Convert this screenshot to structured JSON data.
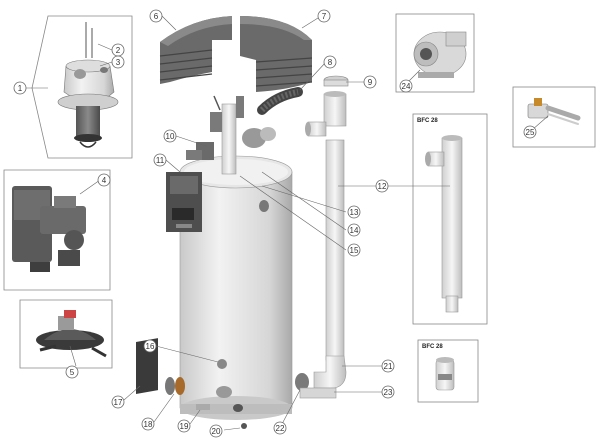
{
  "callouts": {
    "c1": "1",
    "c2": "2",
    "c3": "3",
    "c4": "4",
    "c5": "5",
    "c6": "6",
    "c7": "7",
    "c8": "8",
    "c9": "9",
    "c10": "10",
    "c11": "11",
    "c12": "12",
    "c13": "13",
    "c14": "14",
    "c15": "15",
    "c16": "16",
    "c17": "17",
    "c18": "18",
    "c19": "19",
    "c20": "20",
    "c21": "21",
    "c22": "22",
    "c23": "23",
    "c24": "24",
    "c25": "25"
  },
  "boxes": {
    "vent_kit_title": "BFC 28",
    "elbow_kit_title": "BFC 28"
  },
  "colors": {
    "tank": "#e2e2e2",
    "tank_shade": "#bdbdbd",
    "dark": "#4a4a4a",
    "pipe": "#e8e8e8"
  }
}
